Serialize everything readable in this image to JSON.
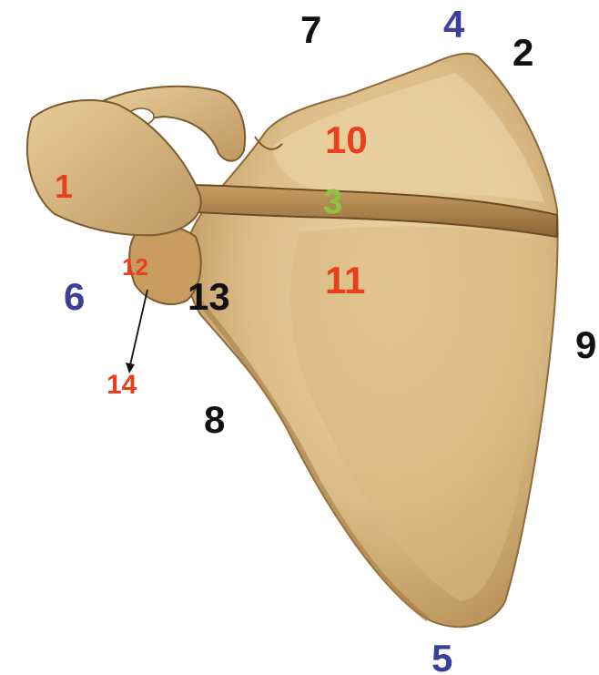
{
  "colors": {
    "background": "#ffffff",
    "bone_light": "#e3c592",
    "bone_mid": "#c9a26a",
    "bone_dark": "#8f6a3a",
    "label_black": "#111111",
    "label_blue": "#3a3f9b",
    "label_red": "#e8401c",
    "label_green": "#8cc63f"
  },
  "labels": {
    "n1": "1",
    "n2": "2",
    "n3": "3",
    "n4": "4",
    "n5": "5",
    "n6": "6",
    "n7": "7",
    "n8": "8",
    "n9": "9",
    "n10": "10",
    "n11": "11",
    "n12": "12",
    "n13": "13",
    "n14": "14"
  }
}
